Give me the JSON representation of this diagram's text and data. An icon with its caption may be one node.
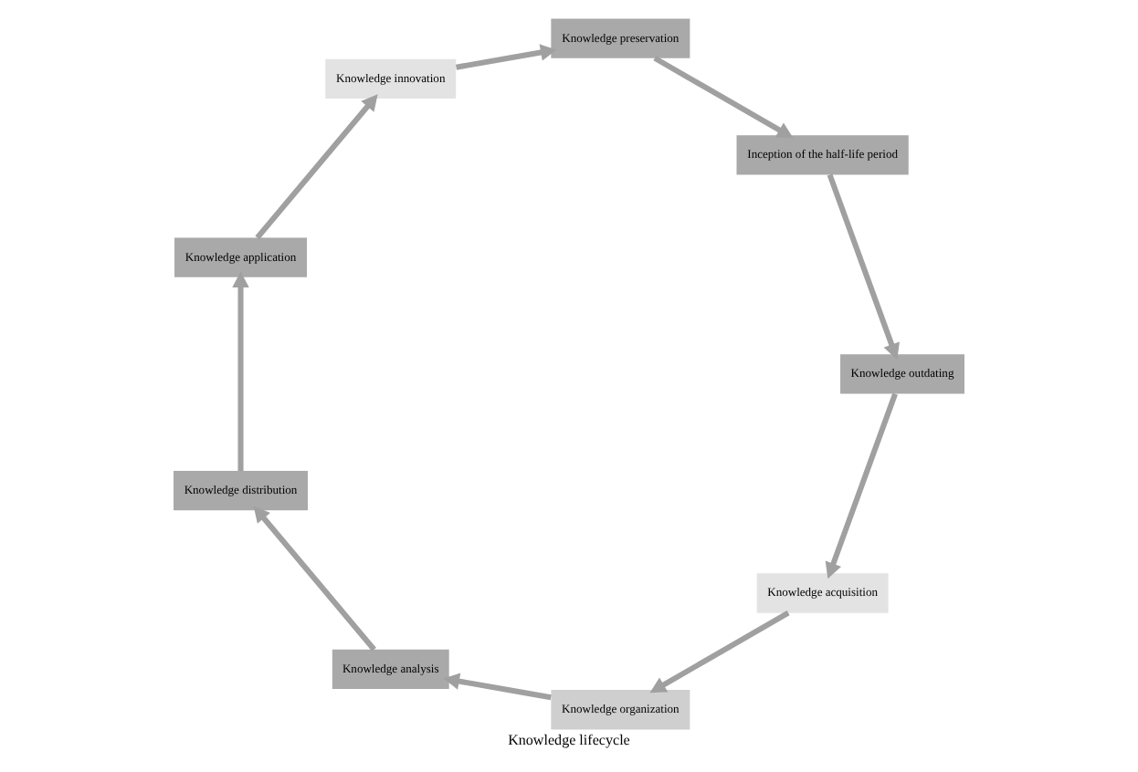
{
  "diagram": {
    "title": "Knowledge lifecycle",
    "nodes": [
      {
        "text": [
          "Knowledge acquisition"
        ]
      },
      {
        "text": [
          "Knowledge organization"
        ]
      },
      {
        "text": [
          "Knowledge analysis"
        ]
      },
      {
        "text": [
          "Knowledge distribution"
        ]
      },
      {
        "text": [
          "Knowledge application"
        ]
      },
      {
        "text": [
          "Knowledge innovation"
        ]
      },
      {
        "text": [
          "Knowledge preservation"
        ]
      },
      {
        "text": [
          "Inception of the half-life period"
        ]
      },
      {
        "text": [
          "Knowledge outdating"
        ]
      }
    ],
    "edges": [
      {
        "from": 0,
        "to": 1,
        "arrow": "to"
      },
      {
        "from": 1,
        "to": 2,
        "arrow": "to"
      },
      {
        "from": 2,
        "to": 3,
        "arrow": "to"
      },
      {
        "from": 3,
        "to": 4,
        "arrow": "to"
      },
      {
        "from": 4,
        "to": 5,
        "arrow": "to"
      },
      {
        "from": 5,
        "to": 6,
        "arrow": "to"
      },
      {
        "from": 6,
        "to": 7,
        "arrow": "to"
      },
      {
        "from": 7,
        "to": 8,
        "arrow": "to"
      },
      {
        "from": 8,
        "to": 0,
        "arrow": "to"
      }
    ]
  }
}
